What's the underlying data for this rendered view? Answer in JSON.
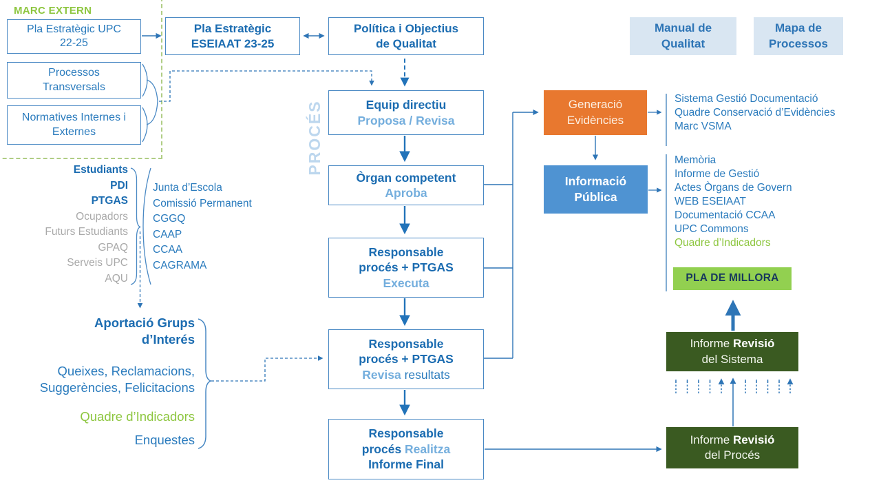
{
  "marc_extern": {
    "title": "MARC EXTERN",
    "pla_upc": {
      "l1": "Pla Estratègic UPC",
      "l2": "22-25"
    },
    "processos": {
      "l1": "Processos",
      "l2": "Transversals"
    },
    "normatives": {
      "l1": "Normatives Internes i",
      "l2": "Externes"
    }
  },
  "top": {
    "pla_eseiaat": {
      "l1": "Pla Estratègic",
      "l2": "ESEIAAT 23-25"
    },
    "politica": {
      "l1": "Política i Objectius",
      "l2": "de Qualitat"
    },
    "manual": {
      "l1": "Manual de",
      "l2": "Qualitat"
    },
    "mapa": {
      "l1": "Mapa de",
      "l2": "Processos"
    }
  },
  "process": {
    "label": "PROCÉS",
    "equip": {
      "title": "Equip directiu",
      "action": "Proposa / Revisa"
    },
    "organ": {
      "title": "Òrgan competent",
      "action": "Aproba"
    },
    "executa": {
      "l1": "Responsable",
      "l2": "procés + PTGAS",
      "action": "Executa"
    },
    "revisa": {
      "l1": "Responsable",
      "l2": "procés + PTGAS",
      "action": "Revisa",
      "action_suffix": " resultats"
    },
    "informe_final": {
      "l1": "Responsable",
      "l2_pre": "procés ",
      "l2_action": "Realitza",
      "l3": "Informe Final"
    }
  },
  "outputs": {
    "generacio": {
      "l1": "Generació",
      "l2": "Evidències"
    },
    "evidencies_items": [
      "Sistema Gestió Documentació",
      "Quadre Conservació d’Evidències",
      "Marc VSMA"
    ],
    "informacio": {
      "l1": "Informació",
      "l2": "Pública"
    },
    "publica_items": [
      "Memòria",
      "Informe de Gestió",
      "Actes Òrgans de Govern",
      "WEB ESEIAAT",
      "Documentació CCAA",
      "UPC Commons",
      "Quadre d’Indicadors"
    ],
    "pla_millora": "PLA DE MILLORA",
    "informe_sistema": {
      "pre": "Informe ",
      "bold": "Revisió",
      "l2": "del Sistema"
    },
    "informe_proces": {
      "pre": "Informe ",
      "bold": "Revisió",
      "l2": "del Procés"
    }
  },
  "stakeholders": {
    "primary": [
      "Estudiants",
      "PDI",
      "PTGAS"
    ],
    "secondary": [
      "Ocupadors",
      "Futurs Estudiants",
      "GPAQ",
      "Serveis UPC",
      "AQU"
    ],
    "organs": [
      "Junta d’Escola",
      "Comissió Permanent",
      "CGGQ",
      "CAAP",
      "CCAA",
      "CAGRAMA"
    ]
  },
  "aportacio": {
    "title_l1": "Aportació Grups",
    "title_l2": "d’Interés",
    "queixes_l1": "Queixes, Reclamacions,",
    "queixes_l2": "Suggerències, Felicitacions",
    "quadre": "Quadre d’Indicadors",
    "enquestes": "Enquestes"
  },
  "colors": {
    "accent_blue": "#1b6cb1",
    "light_blue": "#74aedd",
    "pale_blue_label": "#bdd7ee",
    "box_fill_light": "#d9e6f2",
    "orange": "#e8782f",
    "info_blue": "#4f93d2",
    "green_accent": "#8dc63f",
    "green_fill": "#92d050",
    "dark_green": "#3a5a21",
    "gray_text": "#a9a9a9"
  }
}
